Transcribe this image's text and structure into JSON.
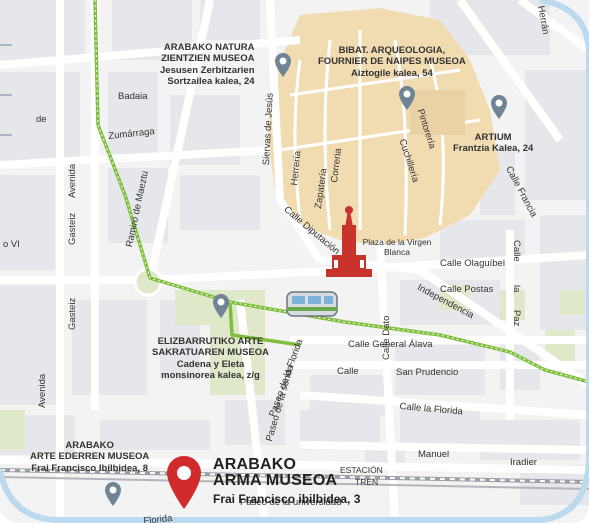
{
  "colors": {
    "background": "#f3f3f4",
    "block": "#e6e7ea",
    "old_town": "#f1dcb2",
    "park": "#dfe8c8",
    "tram": "#7fbf3e",
    "pin_grey": "#6f8595",
    "pin_red": "#d02a2a"
  },
  "streets": {
    "badaia": "Badaia",
    "zumarraga": "Zumárraga",
    "de": "de",
    "gasteiz_avenida": "Avenida",
    "gasteiz": "Gasteiz",
    "avenida_gasteiz_lower": "Avenida",
    "gasteiz_lower": "Gasteiz",
    "vi": "o VI",
    "ramiro": "Ramiro de Maeztu",
    "siervas": "Siervas de Jesús",
    "herreria": "Herrería",
    "zapateria": "Zapatería",
    "correria": "Correria",
    "cuchilleria": "Cuchillería",
    "pintoreria": "Pintorería",
    "calle_francia": "Calle Francia",
    "calle_diputacion": "Calle Diputación",
    "herran": "Herrán",
    "calle_olaguibel": "Calle   Olaguíbel",
    "calle_postas": "Calle  Postas",
    "independencia": "Independencia",
    "calle_dato": "Calle   Dato",
    "general_alava": "Calle   General Álava",
    "calle": "Calle",
    "san_prudencio": "San Prudencio",
    "paz_calle": "Calle",
    "paz": "Paz",
    "la": "la",
    "paseo_florida": "Paseo   de  la  Florida",
    "paseo_senda": "Paseo de la senda",
    "calle_la_florida": "Calle   la   Florida",
    "manuel": "Manuel",
    "iradier": "Iradier",
    "estacion": "ESTACIÓN",
    "tren": "TREN",
    "paseo_universidad": "Paseo   de   la   universidad",
    "florida_bottom": "Florida"
  },
  "plaza": "Plaza de la Virgen Blanca",
  "museums": [
    {
      "id": "natura",
      "lines": [
        "ARABAKO NATURA",
        "ZIENTZIEN MUSEOA"
      ],
      "address": [
        "Jesusen Zerbitzarien",
        "Sortzailea kalea, 24"
      ]
    },
    {
      "id": "bibat",
      "lines": [
        "BIBAT. ARQUEOLOGIA,",
        "FOURNIER DE NAIPES MUSEOA"
      ],
      "address": [
        "Aiztogile kalea, 54"
      ]
    },
    {
      "id": "artium",
      "lines": [
        "ARTIUM"
      ],
      "address": [
        "Frantzia Kalea, 24"
      ]
    },
    {
      "id": "elizbarrutiko",
      "lines": [
        "ELIZBARRUTIKO ARTE",
        "SAKRATUAREN MUSEOA"
      ],
      "address": [
        "Cadena y Eleta",
        "monsinorea kalea, z/g"
      ]
    },
    {
      "id": "ederren",
      "lines": [
        "ARABAKO",
        "ARTE EDERREN MUSEOA"
      ],
      "address": [
        "Frai Francisco Ibilbidea, 8"
      ]
    }
  ],
  "highlight": {
    "lines": [
      "ARABAKO",
      "ARMA MUSEOA"
    ],
    "address": "Frai Francisco ibilbidea, 3"
  }
}
